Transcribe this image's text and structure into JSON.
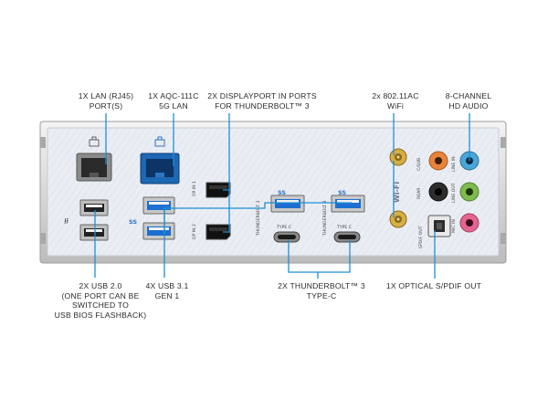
{
  "labels": {
    "lan": [
      "1x LAN (RJ45)",
      "PORT(S)"
    ],
    "aqc": [
      "1x AQC-111C",
      "5G LAN"
    ],
    "dp": [
      "2x DISPLAYPORT IN PORTS",
      "FOR THUNDERBOLT™ 3"
    ],
    "wifi": [
      "2x 802.11AC",
      "WiFi"
    ],
    "audio": [
      "8-CHANNEL",
      "HD AUDIO"
    ],
    "usb2": [
      "2X USB 2.0",
      "(ONE PORT CAN BE",
      "SWITCHED TO",
      "USB BIOS FLASHBACK)"
    ],
    "usb31": [
      "4x USB 3.1",
      "GEN 1"
    ],
    "tb3": [
      "2x THUNDERBOLT™ 3",
      "TYPE-C"
    ],
    "spdif": [
      "1x OPTICAL S/PDIF OUT"
    ]
  },
  "panel_text": {
    "dp_in_1": "DP IN 1",
    "dp_in_2": "DP IN 2",
    "thunderbolt_3": "THUNDERBOLT 3",
    "ss_logo": "SS",
    "type_c": "TYPE C",
    "wifi_label": "Wi-Fi",
    "spdif_out": "SPDIF OUT",
    "c_sub": "C/SUB",
    "rear": "REAR",
    "line_in": "LINE IN",
    "line_out": "LINE OUT",
    "mic_in": "MIC IN"
  },
  "colors": {
    "accent_line": "#1e8fd5",
    "panel": "#e9edf3",
    "lan_blue": "#1d67b4",
    "usb3_blue": "#1c6fd0",
    "audio_orange": "#e8833a",
    "audio_blue": "#4aa6d9",
    "audio_green": "#7dbb4e",
    "audio_pink": "#e3658f",
    "gold": "#c99a2e"
  }
}
